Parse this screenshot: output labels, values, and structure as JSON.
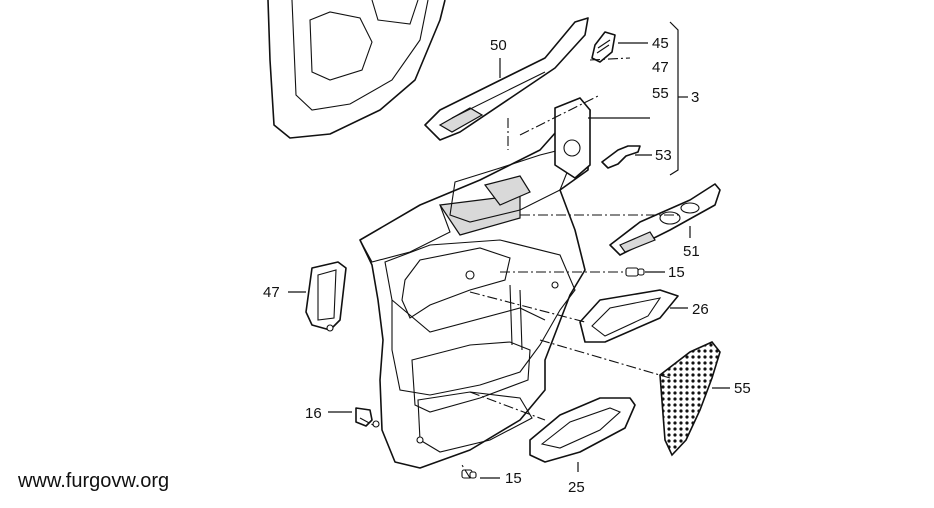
{
  "callouts": {
    "c50": "50",
    "c45": "45",
    "c47_top": "47",
    "c55_top": "55",
    "c3": "3",
    "c53": "53",
    "c51": "51",
    "c15_top": "15",
    "c26": "26",
    "c47_left": "47",
    "c55_right": "55",
    "c16": "16",
    "c15_bottom": "15",
    "c25": "25"
  },
  "watermark": "www.furgovw.org"
}
